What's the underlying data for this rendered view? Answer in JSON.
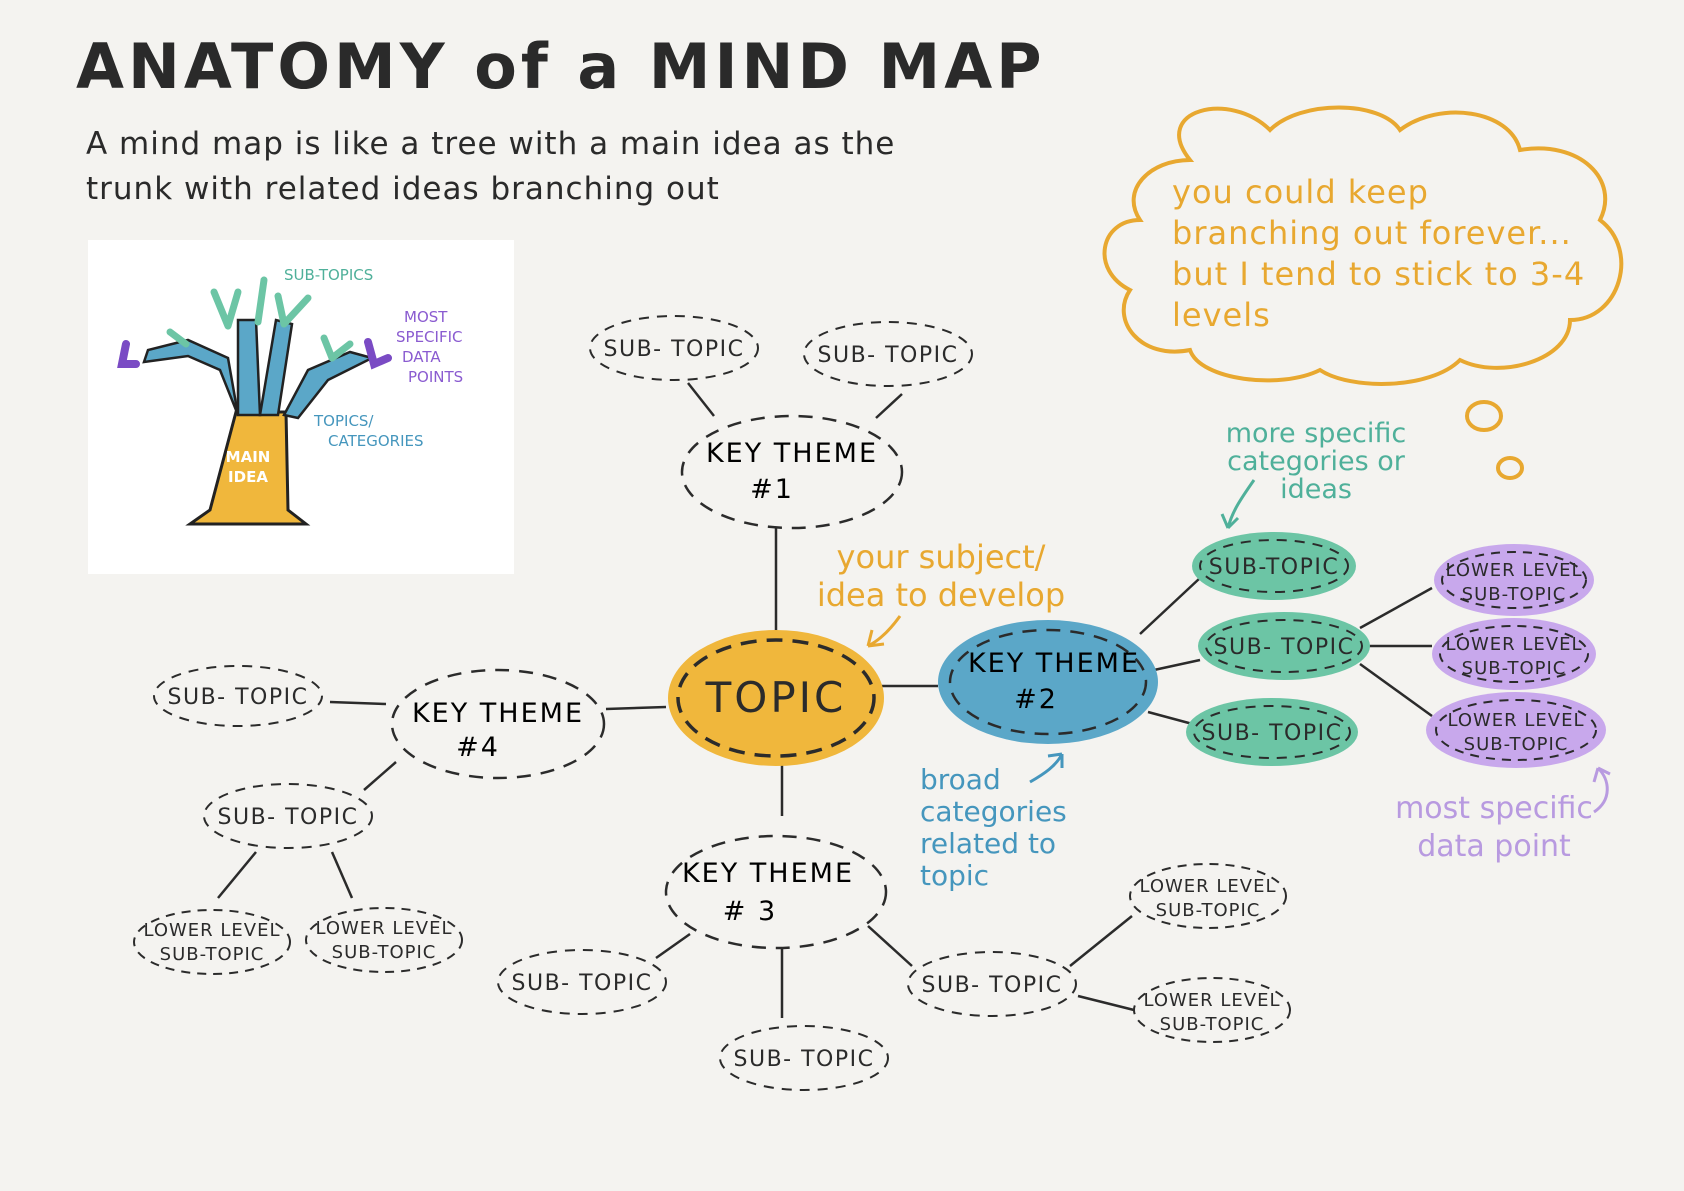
{
  "title": "ANATOMY of a MIND MAP",
  "subtitle": "A mind map is like a tree with a main idea as the trunk with related ideas branching out",
  "tree": {
    "subtopics_label": "SUB-TOPICS",
    "most_specific_label": "MOST SPECIFIC DATA POINTS",
    "topics_label": "TOPICS/ CATEGORIES",
    "main_idea_label": "MAIN IDEA"
  },
  "thought_cloud": "you could keep branching out forever... but I tend to stick to 3-4 levels",
  "topic": "TOPIC",
  "key_themes": [
    "KEY THEME #1",
    "KEY THEME #2",
    "KEY THEME #3",
    "KEY THEME #4"
  ],
  "sub_topic_label": "SUB- TOPIC",
  "sub_topic_label_alt": "SUB-TOPIC",
  "lower_level_line1": "LOWER LEVEL",
  "lower_level_line2": "SUB-TOPIC",
  "annotations": {
    "subject": "your subject/ idea to develop",
    "more_specific": "more specific categories or ideas",
    "broad": "broad categories related to topic",
    "most_specific": "most specific data point"
  },
  "colors": {
    "topic": "#f0b73c",
    "key_theme_2": "#5ba7c8",
    "sub_topic_green": "#6cc5a5",
    "lower_level_purple": "#c8a8ec",
    "cloud": "#e8a830",
    "teal_text": "#4fb09a",
    "blue_text": "#4596bd",
    "purple_text": "#b89ae0"
  }
}
